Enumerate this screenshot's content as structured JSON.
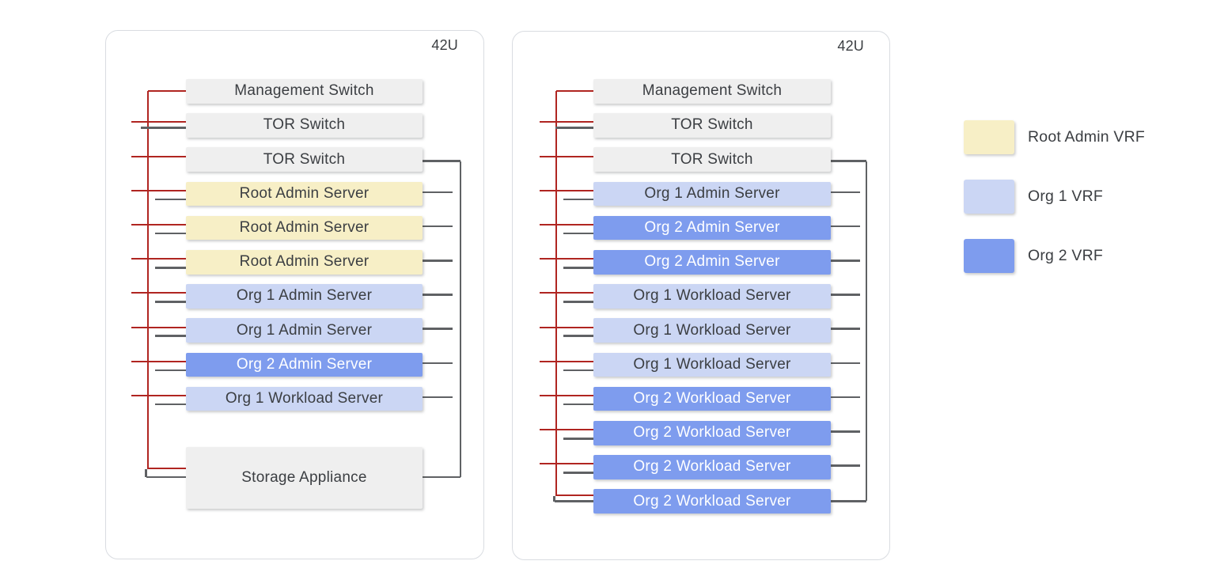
{
  "colors": {
    "root_admin_vrf": "#f7efc6",
    "org1_vrf": "#cbd6f4",
    "org2_vrf": "#7e9cee",
    "switch_gray": "#efefef",
    "storage_gray": "#efefef",
    "red_line": "#b02521",
    "gray_line": "#5f6164",
    "text_dark": "#3b3e42",
    "text_light": "#ffffff",
    "rack_border": "#d9dce1"
  },
  "racks": [
    {
      "capacity_label": "42U",
      "units": [
        {
          "label": "Management Switch",
          "type": "switch"
        },
        {
          "label": "TOR Switch",
          "type": "switch"
        },
        {
          "label": "TOR Switch",
          "type": "switch"
        },
        {
          "label": "Root Admin Server",
          "type": "root_admin_vrf"
        },
        {
          "label": "Root Admin Server",
          "type": "root_admin_vrf"
        },
        {
          "label": "Root Admin Server",
          "type": "root_admin_vrf"
        },
        {
          "label": "Org 1 Admin Server",
          "type": "org1_vrf"
        },
        {
          "label": "Org 1 Admin Server",
          "type": "org1_vrf"
        },
        {
          "label": "Org 2 Admin Server",
          "type": "org2_vrf"
        },
        {
          "label": "Org 1 Workload Server",
          "type": "org1_vrf"
        },
        {
          "label": "Storage Appliance",
          "type": "storage"
        }
      ]
    },
    {
      "capacity_label": "42U",
      "units": [
        {
          "label": "Management Switch",
          "type": "switch"
        },
        {
          "label": "TOR Switch",
          "type": "switch"
        },
        {
          "label": "TOR Switch",
          "type": "switch"
        },
        {
          "label": "Org 1 Admin Server",
          "type": "org1_vrf"
        },
        {
          "label": "Org 2 Admin Server",
          "type": "org2_vrf"
        },
        {
          "label": "Org 2 Admin Server",
          "type": "org2_vrf"
        },
        {
          "label": "Org 1 Workload Server",
          "type": "org1_vrf"
        },
        {
          "label": "Org 1 Workload Server",
          "type": "org1_vrf"
        },
        {
          "label": "Org 1 Workload Server",
          "type": "org1_vrf"
        },
        {
          "label": "Org 2 Workload Server",
          "type": "org2_vrf"
        },
        {
          "label": "Org 2 Workload Server",
          "type": "org2_vrf"
        },
        {
          "label": "Org 2 Workload Server",
          "type": "org2_vrf"
        },
        {
          "label": "Org 2 Workload Server",
          "type": "org2_vrf"
        }
      ]
    }
  ],
  "legend": [
    {
      "label": "Root Admin VRF",
      "color_key": "root_admin_vrf"
    },
    {
      "label": "Org 1 VRF",
      "color_key": "org1_vrf"
    },
    {
      "label": "Org 2 VRF",
      "color_key": "org2_vrf"
    }
  ]
}
